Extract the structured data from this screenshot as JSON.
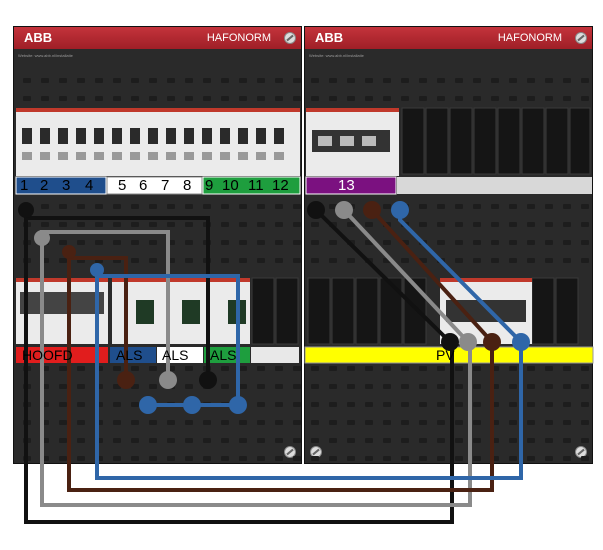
{
  "panels": [
    {
      "brand": "ABB",
      "name": "HAFONORM",
      "website": "Website: www.abb.nl/installatie"
    },
    {
      "brand": "ABB",
      "name": "HAFONORM",
      "website": "Website: www.abb.nl/installatie"
    }
  ],
  "groups": {
    "blue": [
      "1",
      "2",
      "3",
      "4"
    ],
    "white": [
      "5",
      "6",
      "7",
      "8"
    ],
    "green": [
      "9",
      "10",
      "11",
      "12"
    ],
    "purple": "13"
  },
  "lower_labels": {
    "hoofd": "HOOFD",
    "als1": "ALS",
    "als2": "ALS",
    "als3": "ALS",
    "pv": "PV"
  },
  "colors": {
    "blue_label": "#1f4e8c",
    "white_label": "#ffffff",
    "green_label": "#1e9e3e",
    "purple_label": "#7b1180",
    "red_label": "#e11d1d",
    "yellow_label": "#ffff00",
    "wire_black": "#111111",
    "wire_grey": "#8a8a8a",
    "wire_brown": "#4a2112",
    "wire_blue": "#2f66a8",
    "panel_header": "#b0262e"
  }
}
